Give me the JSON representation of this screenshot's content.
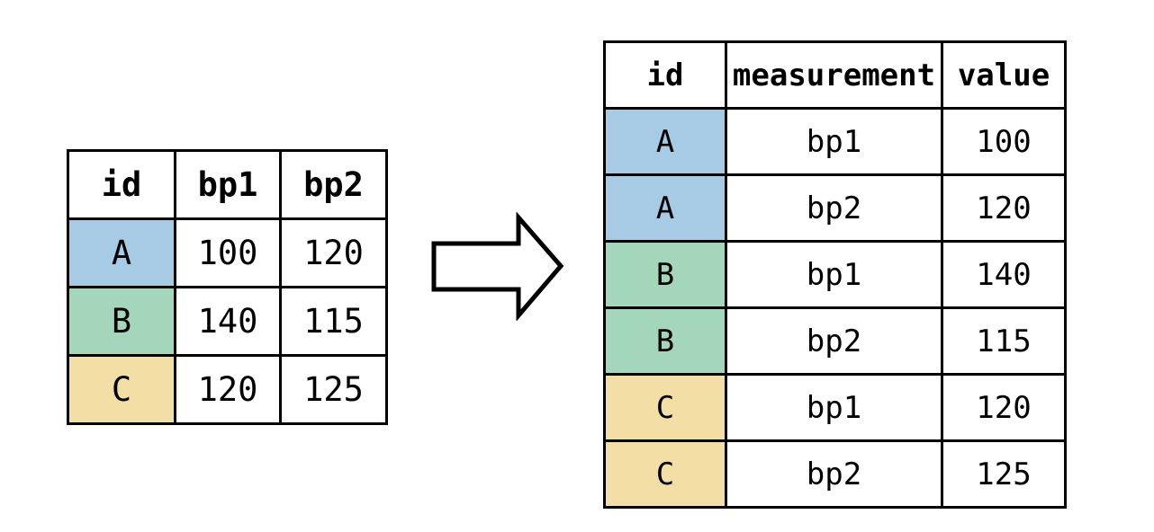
{
  "colors": {
    "row_a": "#a7cbe5",
    "row_b": "#a3d6ba",
    "row_c": "#f3dfa5",
    "border": "#000000",
    "background": "#ffffff",
    "arrow_fill": "#ffffff",
    "arrow_stroke": "#000000"
  },
  "wide_table": {
    "headers": [
      "id",
      "bp1",
      "bp2"
    ],
    "rows": [
      {
        "id": "A",
        "bp1": "100",
        "bp2": "120",
        "color_key": "row_a"
      },
      {
        "id": "B",
        "bp1": "140",
        "bp2": "115",
        "color_key": "row_b"
      },
      {
        "id": "C",
        "bp1": "120",
        "bp2": "125",
        "color_key": "row_c"
      }
    ]
  },
  "long_table": {
    "headers": [
      "id",
      "measurement",
      "value"
    ],
    "rows": [
      {
        "id": "A",
        "measurement": "bp1",
        "value": "100",
        "color_key": "row_a"
      },
      {
        "id": "A",
        "measurement": "bp2",
        "value": "120",
        "color_key": "row_a"
      },
      {
        "id": "B",
        "measurement": "bp1",
        "value": "140",
        "color_key": "row_b"
      },
      {
        "id": "B",
        "measurement": "bp2",
        "value": "115",
        "color_key": "row_b"
      },
      {
        "id": "C",
        "measurement": "bp1",
        "value": "120",
        "color_key": "row_c"
      },
      {
        "id": "C",
        "measurement": "bp2",
        "value": "125",
        "color_key": "row_c"
      }
    ]
  },
  "arrow": {
    "direction": "right"
  }
}
